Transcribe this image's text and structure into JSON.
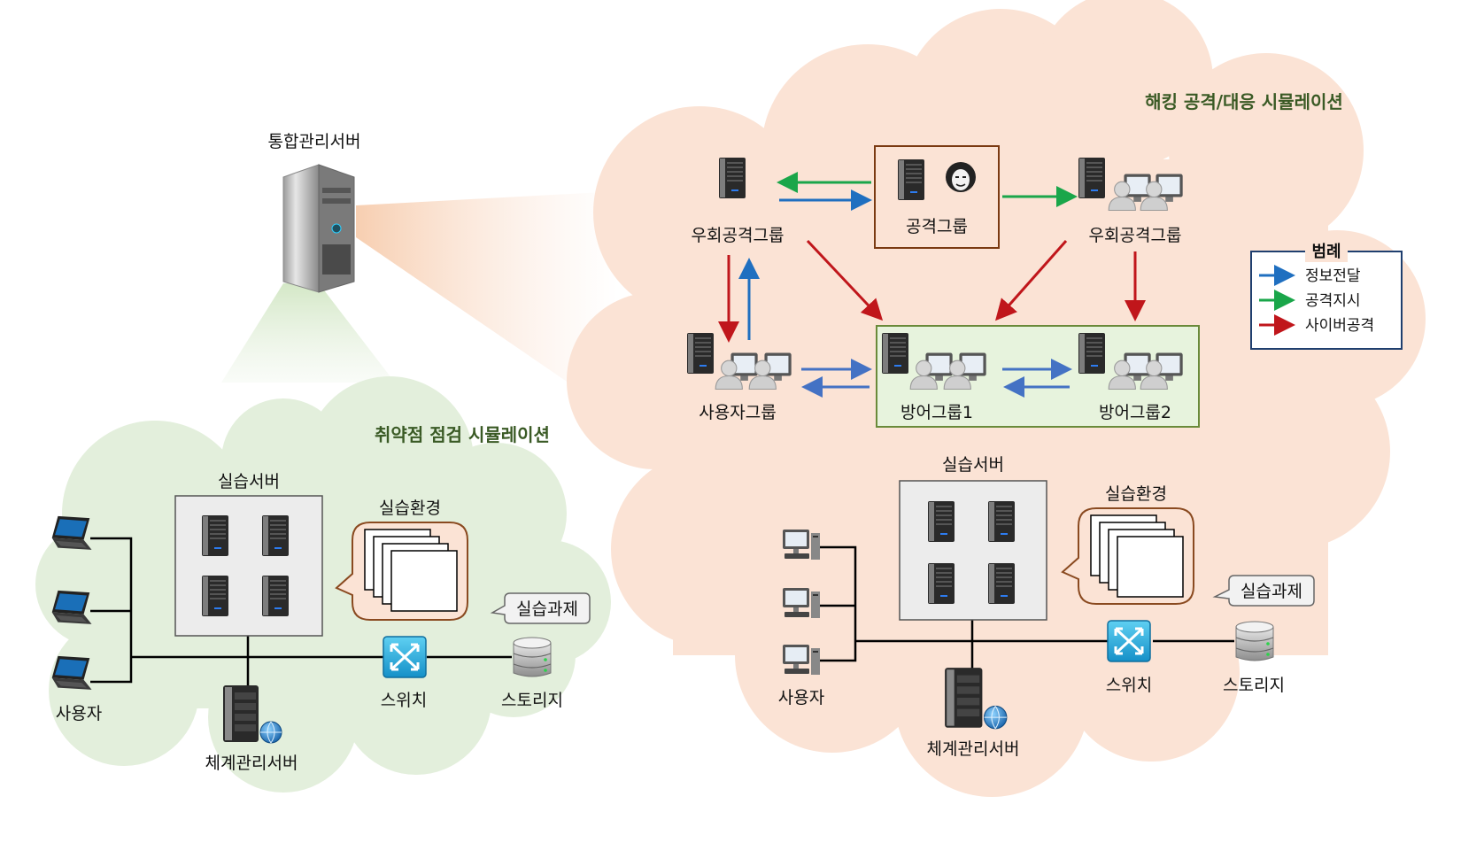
{
  "main_server": {
    "label": "통합관리서버"
  },
  "left_cloud": {
    "title": "취약점 점검 시뮬레이션",
    "practice_server": "실습서버",
    "practice_env": "실습환경",
    "practice_task": "실습과제",
    "users": "사용자",
    "switch": "스위치",
    "storage": "스토리지",
    "mgmt_server": "체계관리서버"
  },
  "right_cloud": {
    "title": "해킹 공격/대응 시뮬레이션",
    "bypass_left": "우회공격그룹",
    "attack_group": "공격그룹",
    "bypass_right": "우회공격그룹",
    "user_group": "사용자그룹",
    "defense1": "방어그룹1",
    "defense2": "방어그룹2",
    "practice_server": "실습서버",
    "practice_env": "실습환경",
    "practice_task": "실습과제",
    "users": "사용자",
    "switch": "스위치",
    "storage": "스토리지",
    "mgmt_server": "체계관리서버"
  },
  "legend": {
    "title": "범례",
    "items": [
      {
        "label": "정보전달",
        "color": "#1f6fc0"
      },
      {
        "label": "공격지시",
        "color": "#1aa64a"
      },
      {
        "label": "사이버공격",
        "color": "#c0161b"
      }
    ]
  },
  "colors": {
    "left_cloud": "#e3efdc",
    "right_cloud": "#fbe3d5",
    "info_arrow": "#1f6fc0",
    "order_arrow": "#1aa64a",
    "attack_arrow": "#c0161b",
    "group_box": "#e7f3dd",
    "group_box_border": "#6a8a3a"
  },
  "icons": [
    "tower-server-icon",
    "server-icon",
    "hacker-icon",
    "user-pc-icon",
    "laptop-icon",
    "desktop-icon",
    "switch-icon",
    "storage-icon",
    "globe-icon"
  ]
}
